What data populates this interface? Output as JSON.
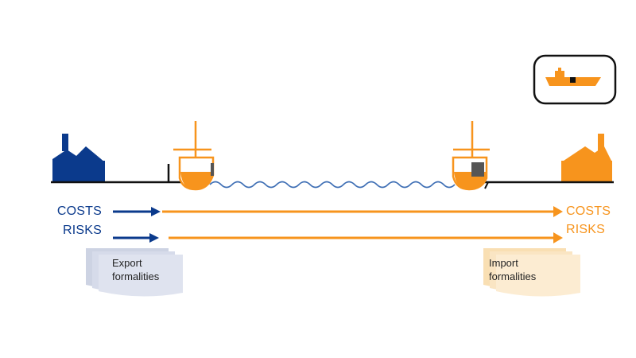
{
  "labels": {
    "seller_costs": "COSTS",
    "seller_risks": "RISKS",
    "buyer_costs": "COSTS",
    "buyer_risks": "RISKS"
  },
  "documents": {
    "export_line1": "Export",
    "export_line2": "formalities",
    "import_line1": "Import",
    "import_line2": "formalities"
  },
  "colors": {
    "seller": "#0b3a8c",
    "buyer": "#f7941d",
    "wave": "#3f6fb5",
    "export_doc": "#d3d8e6",
    "import_doc": "#fbe6c4",
    "ground": "#111111",
    "cargo": "#555555"
  },
  "icons": {
    "seller_building": "factory-icon",
    "buyer_building": "warehouse-icon",
    "ship_badge": "ship-icon"
  }
}
